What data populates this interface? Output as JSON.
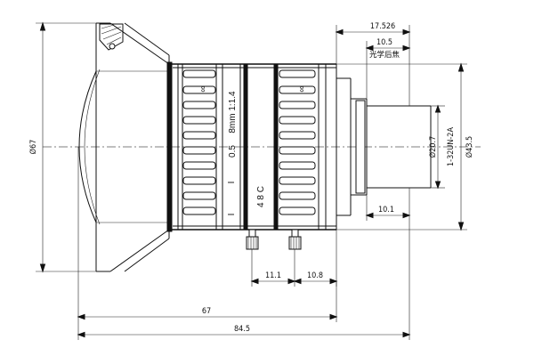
{
  "dimensions": {
    "d_front": "Ø67",
    "d_body": "Ø43.5",
    "d_mount": "Ø20.7",
    "thread": "1-32UN-2A",
    "overall_length": "84.5",
    "body_length": "67",
    "flange_17": "17.526",
    "back_focal": "10.5",
    "back_focal_label": "光学后焦",
    "mount_depth": "10.1",
    "screw_spacing_1": "11.1",
    "screw_spacing_2": "10.8"
  },
  "markings": {
    "focal": "8mm  1:1.4",
    "focus_scale": [
      "0.5",
      "∞"
    ],
    "iris_scale": "4   8   C",
    "index_marks": [
      "I",
      "I"
    ]
  }
}
